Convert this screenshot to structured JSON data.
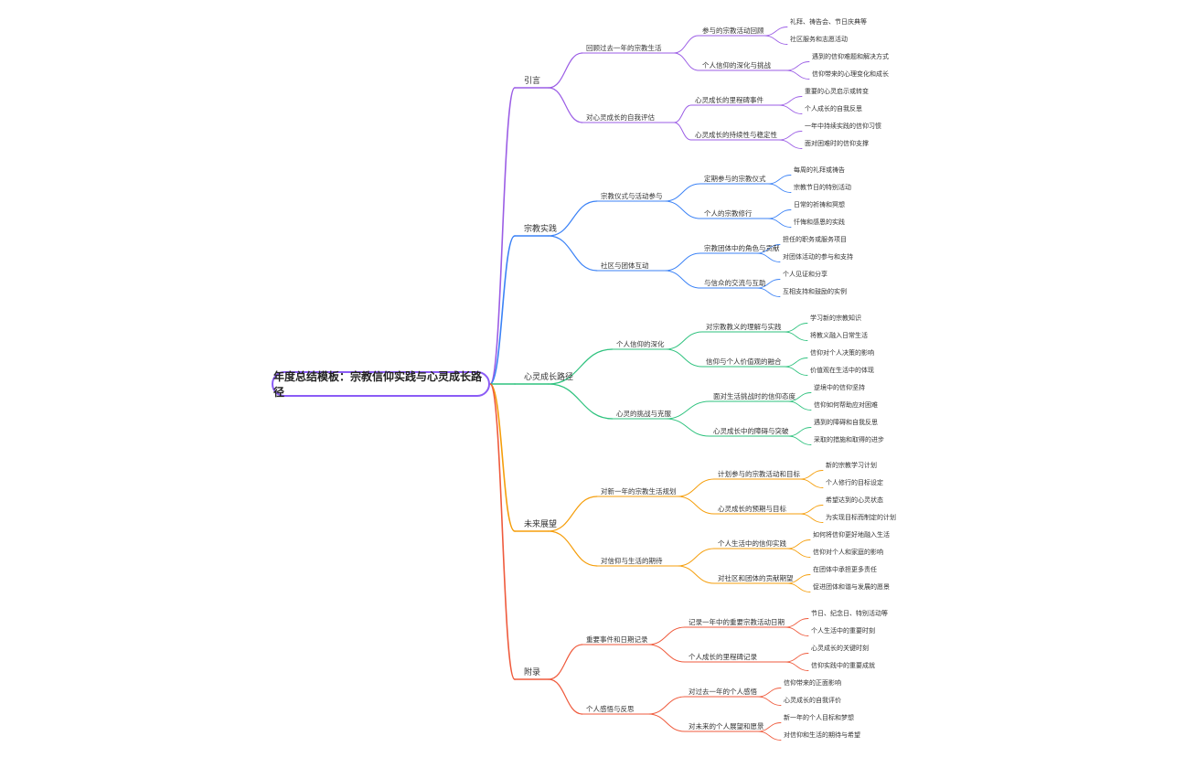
{
  "root": "年度总结模板：宗教信仰实践与心灵成长路径",
  "colors": {
    "purple": "#9b5de5",
    "blue": "#3b82f6",
    "green": "#2ec27e",
    "orange": "#f59e0b",
    "red": "#ef5a3c"
  },
  "branches": [
    {
      "label": "引言",
      "color": "purple",
      "children": [
        {
          "label": "回顾过去一年的宗教生活",
          "children": [
            {
              "label": "参与的宗教活动回顾",
              "children": [
                "礼拜、祷告会、节日庆典等",
                "社区服务和志愿活动"
              ]
            },
            {
              "label": "个人信仰的深化与挑战",
              "children": [
                "遇到的信仰难题和解决方式",
                "信仰带来的心理变化和成长"
              ]
            }
          ]
        },
        {
          "label": "对心灵成长的自我评估",
          "children": [
            {
              "label": "心灵成长的里程碑事件",
              "children": [
                "重要的心灵启示或转变",
                "个人成长的自我反思"
              ]
            },
            {
              "label": "心灵成长的持续性与稳定性",
              "children": [
                "一年中持续实践的信仰习惯",
                "面对困难时的信仰支撑"
              ]
            }
          ]
        }
      ]
    },
    {
      "label": "宗教实践",
      "color": "blue",
      "children": [
        {
          "label": "宗教仪式与活动参与",
          "children": [
            {
              "label": "定期参与的宗教仪式",
              "children": [
                "每周的礼拜或祷告",
                "宗教节日的特别活动"
              ]
            },
            {
              "label": "个人的宗教修行",
              "children": [
                "日常的祈祷和冥想",
                "忏悔和感恩的实践"
              ]
            }
          ]
        },
        {
          "label": "社区与团体互动",
          "children": [
            {
              "label": "宗教团体中的角色与贡献",
              "children": [
                "担任的职务或服务项目",
                "对团体活动的参与和支持"
              ]
            },
            {
              "label": "与信众的交流与互助",
              "children": [
                "个人见证和分享",
                "互相支持和鼓励的实例"
              ]
            }
          ]
        }
      ]
    },
    {
      "label": "心灵成长路径",
      "color": "green",
      "children": [
        {
          "label": "个人信仰的深化",
          "children": [
            {
              "label": "对宗教教义的理解与实践",
              "children": [
                "学习新的宗教知识",
                "将教义融入日常生活"
              ]
            },
            {
              "label": "信仰与个人价值观的融合",
              "children": [
                "信仰对个人决策的影响",
                "价值观在生活中的体现"
              ]
            }
          ]
        },
        {
          "label": "心灵的挑战与克服",
          "children": [
            {
              "label": "面对生活挑战时的信仰态度",
              "children": [
                "逆境中的信仰坚持",
                "信仰如何帮助应对困难"
              ]
            },
            {
              "label": "心灵成长中的障碍与突破",
              "children": [
                "遇到的障碍和自我反思",
                "采取的措施和取得的进步"
              ]
            }
          ]
        }
      ]
    },
    {
      "label": "未来展望",
      "color": "orange",
      "children": [
        {
          "label": "对新一年的宗教生活规划",
          "children": [
            {
              "label": "计划参与的宗教活动和目标",
              "children": [
                "新的宗教学习计划",
                "个人修行的目标设定"
              ]
            },
            {
              "label": "心灵成长的预期与目标",
              "children": [
                "希望达到的心灵状态",
                "为实现目标而制定的计划"
              ]
            }
          ]
        },
        {
          "label": "对信仰与生活的期待",
          "children": [
            {
              "label": "个人生活中的信仰实践",
              "children": [
                "如何将信仰更好地融入生活",
                "信仰对个人和家庭的影响"
              ]
            },
            {
              "label": "对社区和团体的贡献期望",
              "children": [
                "在团体中承担更多责任",
                "促进团体和谐与发展的愿景"
              ]
            }
          ]
        }
      ]
    },
    {
      "label": "附录",
      "color": "red",
      "children": [
        {
          "label": "重要事件和日期记录",
          "children": [
            {
              "label": "记录一年中的重要宗教活动日期",
              "children": [
                "节日、纪念日、特别活动等",
                "个人生活中的重要时刻"
              ]
            },
            {
              "label": "个人成长的里程碑记录",
              "children": [
                "心灵成长的关键时刻",
                "信仰实践中的重要成就"
              ]
            }
          ]
        },
        {
          "label": "个人感悟与反思",
          "children": [
            {
              "label": "对过去一年的个人感悟",
              "children": [
                "信仰带来的正面影响",
                "心灵成长的自我评价"
              ]
            },
            {
              "label": "对未来的个人展望和愿景",
              "children": [
                "新一年的个人目标和梦想",
                "对信仰和生活的期待与希望"
              ]
            }
          ]
        }
      ]
    }
  ]
}
